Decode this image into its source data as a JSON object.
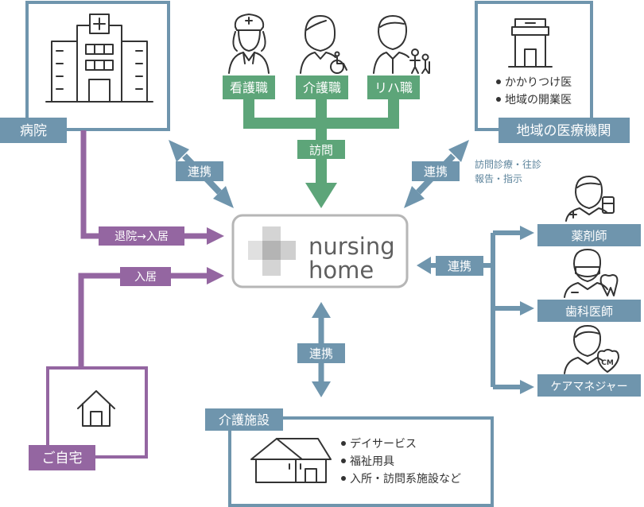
{
  "colors": {
    "blue": "#6f95ad",
    "blue_dark": "#5d849c",
    "green": "#5da579",
    "purple": "#9466a1",
    "gray": "#b6b6b6",
    "icon": "#333333"
  },
  "hospital": {
    "label": "病院",
    "icon": "hospital-building-icon"
  },
  "clinic": {
    "label": "地域の医療機関",
    "icon": "clinic-icon",
    "items": [
      "かかりつけ医",
      "地域の開業医"
    ]
  },
  "home": {
    "label": "ご自宅",
    "icon": "house-icon"
  },
  "facility": {
    "label": "介護施設",
    "icon": "care-facility-icon",
    "items": [
      "デイサービス",
      "福祉用具",
      "入所・訪問系施設など"
    ]
  },
  "staff": [
    {
      "label": "看護職",
      "icon": "nurse-icon"
    },
    {
      "label": "介護職",
      "icon": "caregiver-icon"
    },
    {
      "label": "リハ職",
      "icon": "rehab-therapist-icon"
    }
  ],
  "specialists": [
    {
      "label": "薬剤師",
      "icon": "pharmacist-icon"
    },
    {
      "label": "歯科医師",
      "icon": "dentist-icon"
    },
    {
      "label": "ケアマネジャー",
      "icon": "care-manager-icon",
      "badge": "CM"
    }
  ],
  "center": {
    "line1": "nursing",
    "line2": "home"
  },
  "arrows": {
    "visit": "訪問",
    "hospital_link": "連携",
    "clinic_link": "連携",
    "clinic_note": [
      "訪問診療・往診",
      "報告・指示"
    ],
    "specialist_link": "連携",
    "facility_link": "連携",
    "discharge": "退院→入居",
    "move_in": "入居"
  }
}
